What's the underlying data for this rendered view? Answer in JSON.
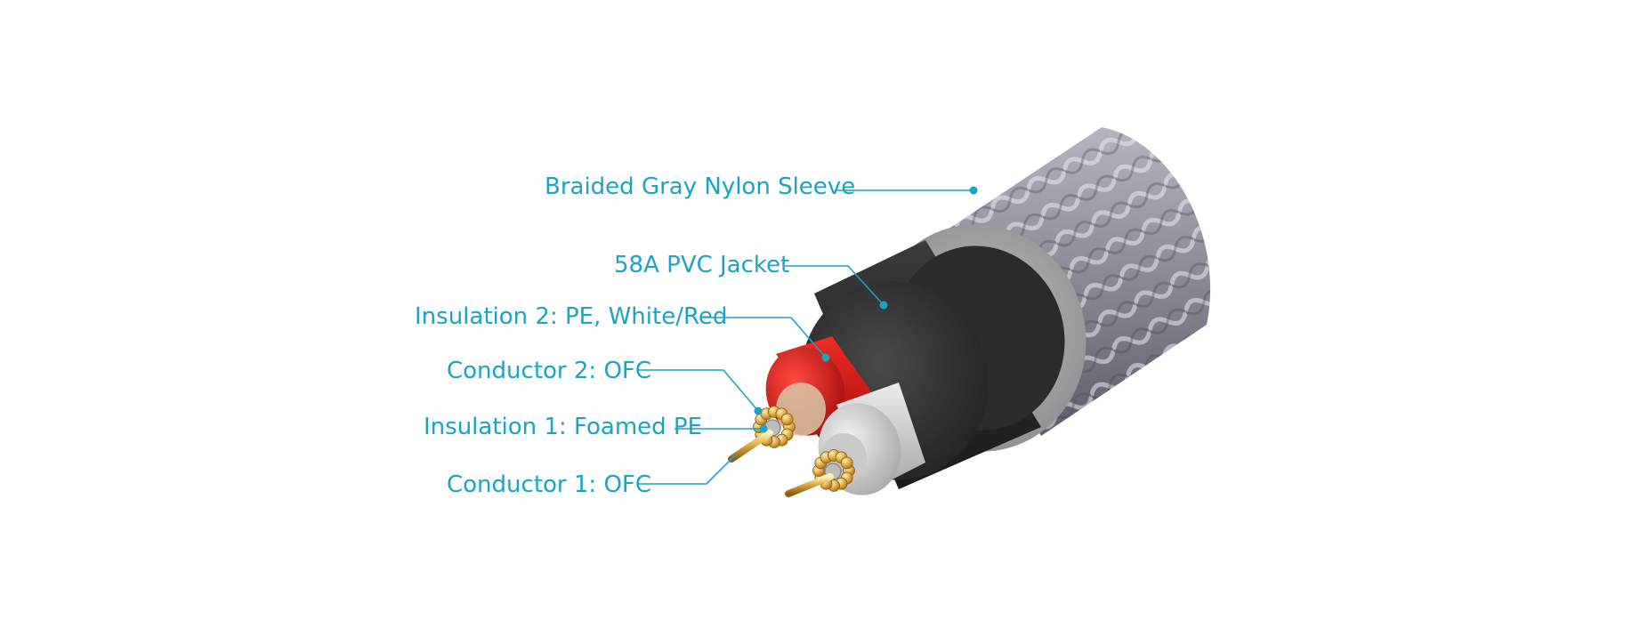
{
  "diagram": {
    "accent_color": "#1ba3c1",
    "callouts": [
      {
        "id": "braided-sleeve",
        "label": "Braided Gray Nylon Sleeve"
      },
      {
        "id": "pvc-jacket",
        "label": "58A PVC Jacket"
      },
      {
        "id": "insulation-2",
        "label": "Insulation 2: PE, White/Red"
      },
      {
        "id": "conductor-2",
        "label": "Conductor 2: OFC"
      },
      {
        "id": "insulation-1",
        "label": "Insulation 1: Foamed PE"
      },
      {
        "id": "conductor-1",
        "label": "Conductor 1: OFC"
      }
    ],
    "colors": {
      "sleeve": "#8d8a98",
      "sleeve_rim": "#a7a5a8",
      "jacket": "#2c2c2c",
      "insulation_red": "#d71f1f",
      "insulation_white": "#d9d9d9",
      "copper": "#d7a84a",
      "core_gray": "#b9b9b9"
    }
  }
}
